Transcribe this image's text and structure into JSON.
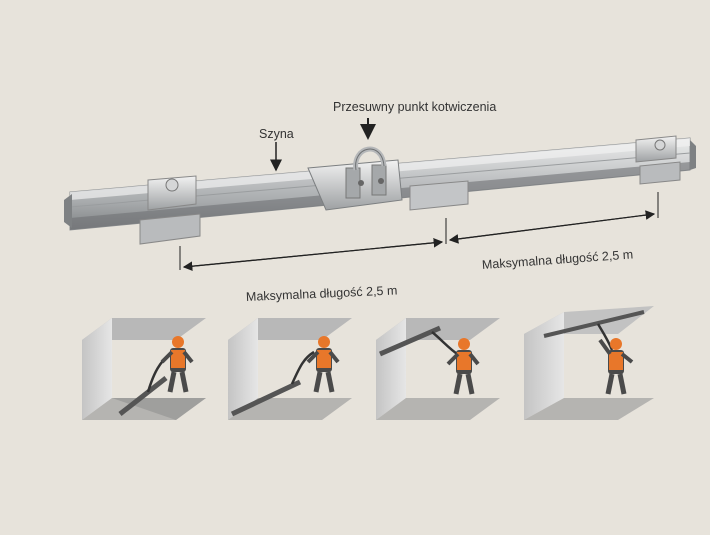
{
  "labels": {
    "anchor_point": "Przesuwny punkt kotwiczenia",
    "rail": "Szyna",
    "max_length_left": "Maksymalna długość 2,5 m",
    "max_length_right": "Maksymalna długość 2,5 m"
  },
  "colors": {
    "background": "#e7e3db",
    "rail": "#bfc1c2",
    "rail_dark": "#8d9092",
    "rail_light": "#e3e4e5",
    "worker_vest": "#e8772a",
    "worker_body": "#4a4a4a",
    "wall": "#d4d4d4",
    "annotation": "#222222"
  },
  "illustrations": [
    {
      "id": "rail-floor",
      "rail_position": "floor"
    },
    {
      "id": "rail-ramp",
      "rail_position": "inclined-floor"
    },
    {
      "id": "rail-wall",
      "rail_position": "wall-inclined"
    },
    {
      "id": "rail-ceiling",
      "rail_position": "ceiling"
    }
  ]
}
